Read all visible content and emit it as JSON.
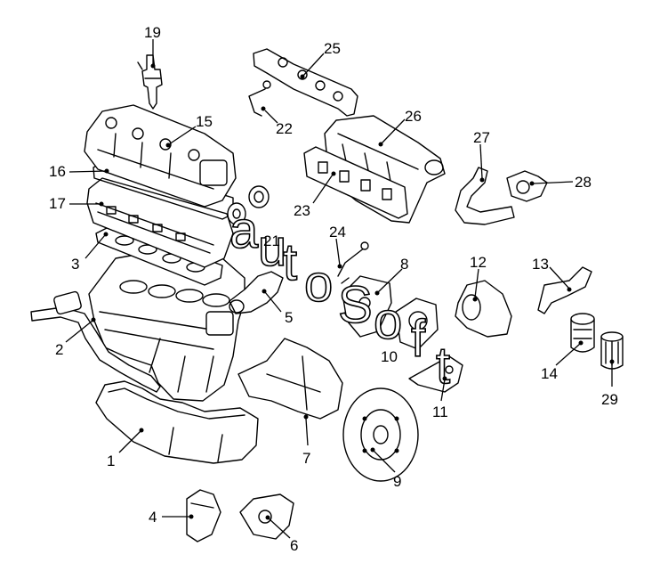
{
  "diagram": {
    "watermark": [
      "a",
      "u",
      "t",
      "o",
      "S",
      "o",
      "f",
      "t"
    ],
    "callouts": [
      {
        "id": "19",
        "label": "19"
      },
      {
        "id": "25",
        "label": "25"
      },
      {
        "id": "22",
        "label": "22"
      },
      {
        "id": "15",
        "label": "15"
      },
      {
        "id": "26",
        "label": "26"
      },
      {
        "id": "27",
        "label": "27"
      },
      {
        "id": "28",
        "label": "28"
      },
      {
        "id": "16",
        "label": "16"
      },
      {
        "id": "23",
        "label": "23"
      },
      {
        "id": "17",
        "label": "17"
      },
      {
        "id": "21",
        "label": "21"
      },
      {
        "id": "24",
        "label": "24"
      },
      {
        "id": "3",
        "label": "3"
      },
      {
        "id": "8",
        "label": "8"
      },
      {
        "id": "12",
        "label": "12"
      },
      {
        "id": "13",
        "label": "13"
      },
      {
        "id": "5",
        "label": "5"
      },
      {
        "id": "2",
        "label": "2"
      },
      {
        "id": "10",
        "label": "10"
      },
      {
        "id": "14",
        "label": "14"
      },
      {
        "id": "29",
        "label": "29"
      },
      {
        "id": "11",
        "label": "11"
      },
      {
        "id": "1",
        "label": "1"
      },
      {
        "id": "7",
        "label": "7"
      },
      {
        "id": "9",
        "label": "9"
      },
      {
        "id": "4",
        "label": "4"
      },
      {
        "id": "6",
        "label": "6"
      }
    ]
  }
}
